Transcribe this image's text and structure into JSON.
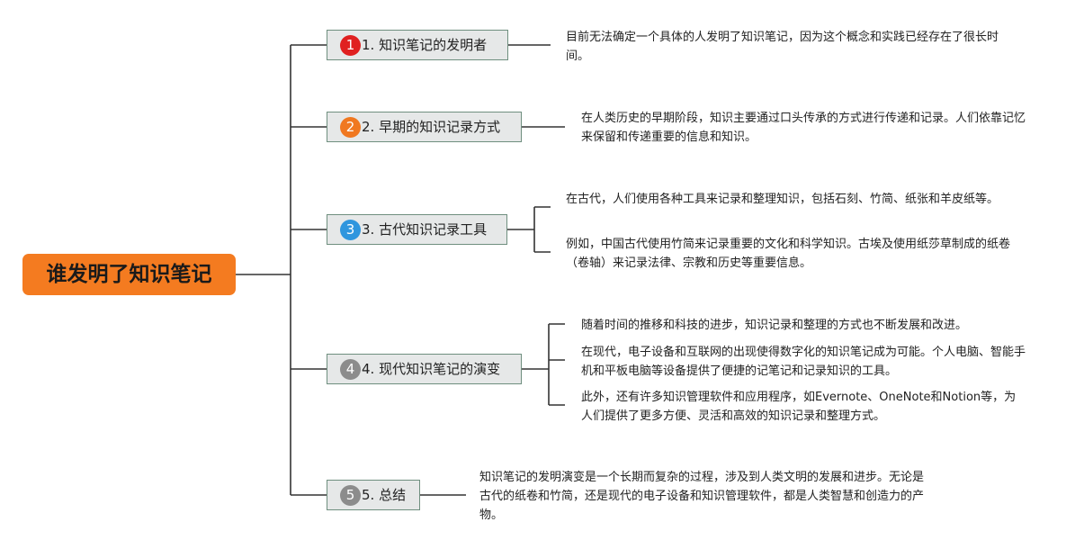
{
  "root": {
    "title": "谁发明了知识笔记"
  },
  "colors": {
    "root": "#f47b20",
    "badge1": "#e02020",
    "badge2": "#f07820",
    "badge3": "#2f96de",
    "badge4": "#8c8c8c",
    "badge5": "#8c8c8c"
  },
  "topics": [
    {
      "number": "1",
      "label": "1. 知识笔记的发明者",
      "notes": [
        "目前无法确定一个具体的人发明了知识笔记，因为这个概念和实践已经存在了很长时间。"
      ]
    },
    {
      "number": "2",
      "label": "2. 早期的知识记录方式",
      "notes": [
        "在人类历史的早期阶段，知识主要通过口头传承的方式进行传递和记录。人们依靠记忆来保留和传递重要的信息和知识。"
      ]
    },
    {
      "number": "3",
      "label": "3. 古代知识记录工具",
      "notes": [
        "在古代，人们使用各种工具来记录和整理知识，包括石刻、竹简、纸张和羊皮纸等。",
        "例如，中国古代使用竹简来记录重要的文化和科学知识。古埃及使用纸莎草制成的纸卷（卷轴）来记录法律、宗教和历史等重要信息。"
      ]
    },
    {
      "number": "4",
      "label": "4. 现代知识笔记的演变",
      "notes": [
        "随着时间的推移和科技的进步，知识记录和整理的方式也不断发展和改进。",
        "在现代，电子设备和互联网的出现使得数字化的知识笔记成为可能。个人电脑、智能手机和平板电脑等设备提供了便捷的记笔记和记录知识的工具。",
        "此外，还有许多知识管理软件和应用程序，如Evernote、OneNote和Notion等，为人们提供了更多方便、灵活和高效的知识记录和整理方式。"
      ]
    },
    {
      "number": "5",
      "label": "5. 总结",
      "notes": [
        "知识笔记的发明演变是一个长期而复杂的过程，涉及到人类文明的发展和进步。无论是古代的纸卷和竹简，还是现代的电子设备和知识管理软件，都是人类智慧和创造力的产物。"
      ]
    }
  ]
}
